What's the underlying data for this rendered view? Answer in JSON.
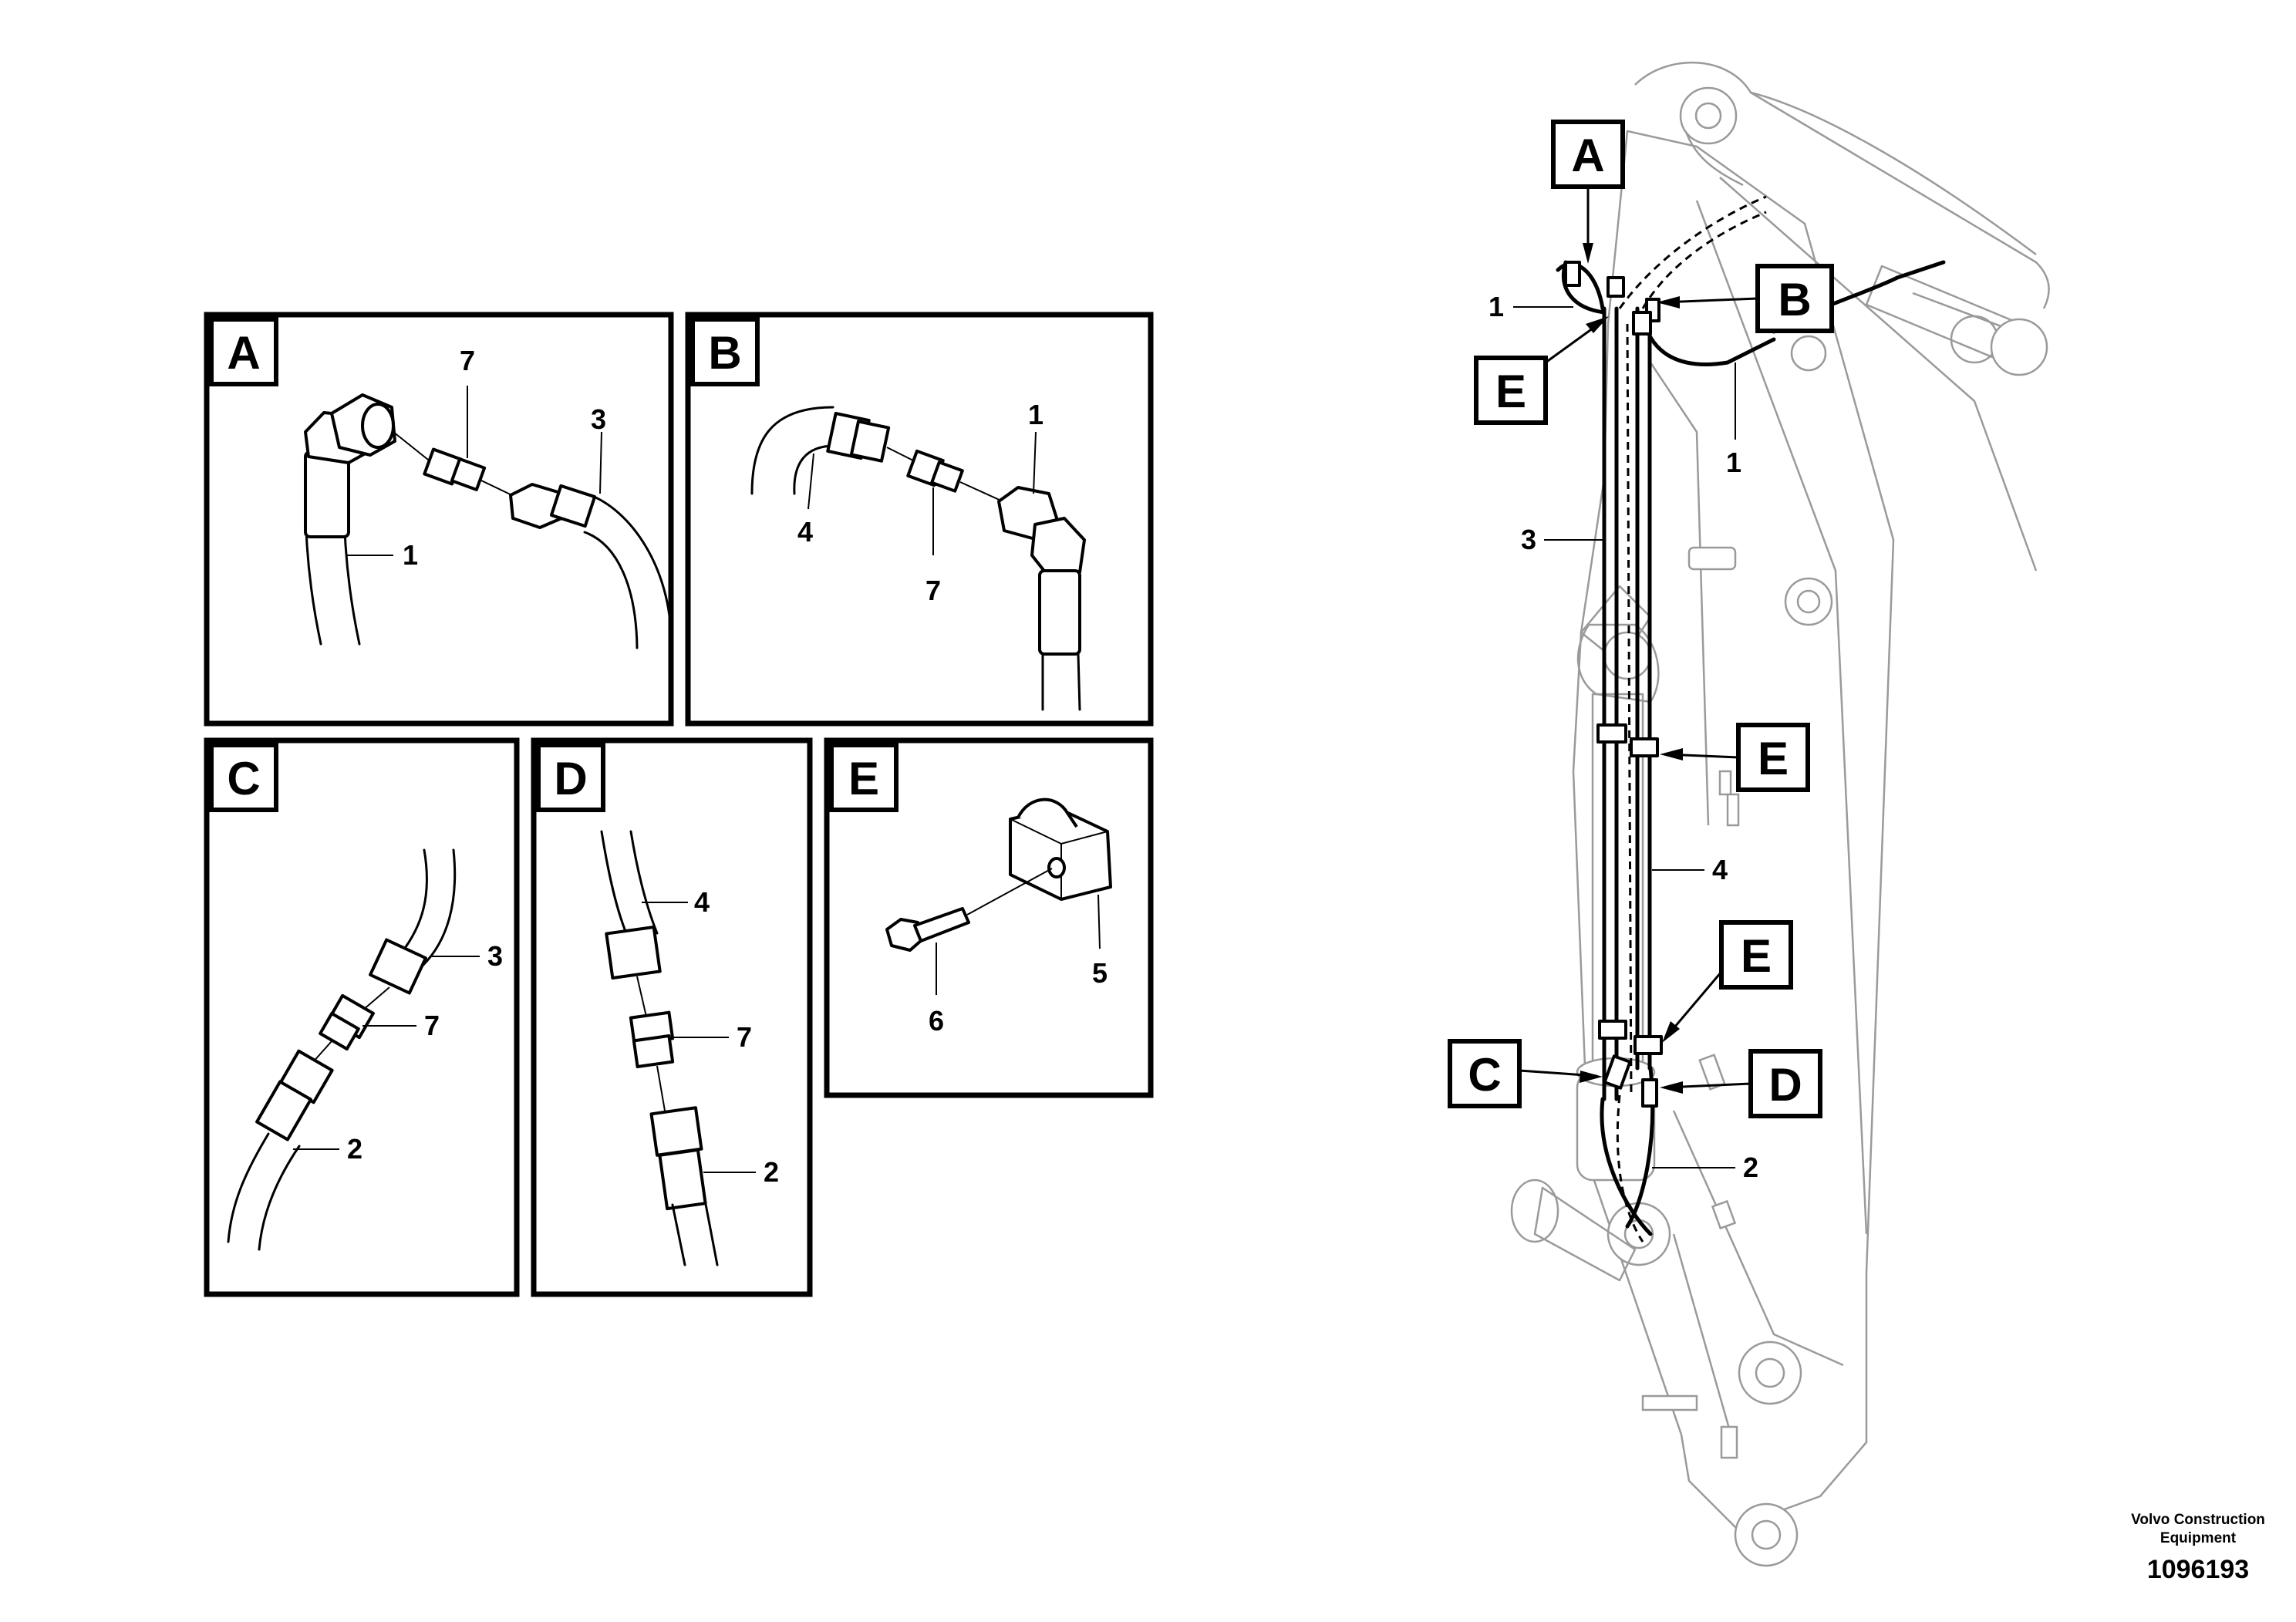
{
  "panels": {
    "A": {
      "title": "A",
      "parts": [
        "7",
        "3",
        "1"
      ]
    },
    "B": {
      "title": "B",
      "parts": [
        "1",
        "4",
        "7"
      ]
    },
    "C": {
      "title": "C",
      "parts": [
        "3",
        "7",
        "2"
      ]
    },
    "D": {
      "title": "D",
      "parts": [
        "4",
        "7",
        "2"
      ]
    },
    "E": {
      "title": "E",
      "parts": [
        "5",
        "6"
      ]
    }
  },
  "overview": {
    "callouts": [
      "A",
      "B",
      "E",
      "E",
      "E",
      "C",
      "D"
    ],
    "parts": [
      "1",
      "1",
      "3",
      "4",
      "2"
    ]
  },
  "footer": {
    "brand_line1": "Volvo Construction",
    "brand_line2": "Equipment",
    "code": "1096193"
  }
}
